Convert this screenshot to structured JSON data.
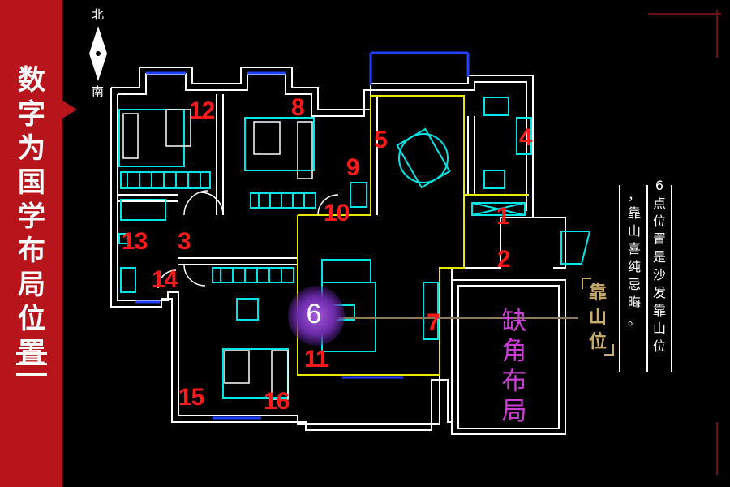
{
  "sidebar": {
    "title_chars": [
      "数",
      "字",
      "为",
      "国",
      "学",
      "布",
      "局",
      "位",
      "置"
    ]
  },
  "compass": {
    "north": "北",
    "south": "南"
  },
  "room_numbers": {
    "n1": "1",
    "n2": "2",
    "n3": "3",
    "n4": "4",
    "n5": "5",
    "n7": "7",
    "n8": "8",
    "n9": "9",
    "n10": "10",
    "n11": "11",
    "n12": "12",
    "n13": "13",
    "n14": "14",
    "n15": "15",
    "n16": "16"
  },
  "highlight": {
    "number": "6"
  },
  "missing_area": {
    "chars": [
      "缺",
      "角",
      "布",
      "局"
    ]
  },
  "position_tag": {
    "chars": [
      "靠",
      "山",
      "位"
    ]
  },
  "note": {
    "col1": [
      "6",
      "点",
      "位",
      "置",
      "是",
      "沙",
      "发",
      "靠",
      "山",
      "位"
    ],
    "col2": [
      "，",
      "靠",
      "山",
      "喜",
      "纯",
      "忌",
      "晦",
      "。"
    ]
  },
  "colors": {
    "sidebar": "#b8141c",
    "wall": "#ffffff",
    "window": "#2040ff",
    "furniture": "#00e5e5",
    "zone": "#e8e800",
    "number": "#ff1a1a",
    "missing": "#cc3dd6",
    "tag": "#c9ab6a"
  }
}
